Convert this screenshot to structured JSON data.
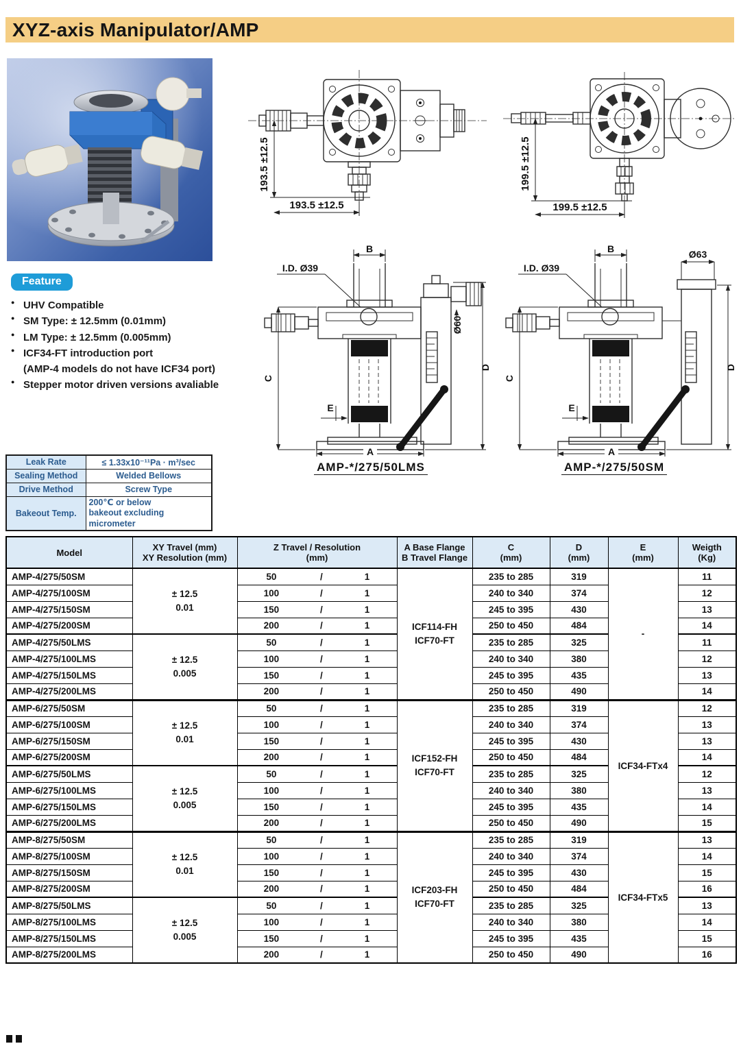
{
  "page": {
    "title": "XYZ-axis Manipulator/AMP"
  },
  "feature": {
    "badge": "Feature",
    "bullets": [
      {
        "text": "UHV Compatible"
      },
      {
        "text": "SM Type: ± 12.5mm (0.01mm)"
      },
      {
        "text": "LM  Type: ± 12.5mm (0.005mm)"
      },
      {
        "text": "ICF34-FT introduction port",
        "sub": "(AMP-4 models do not have ICF34 port)"
      },
      {
        "text": "Stepper motor driven versions avaliable"
      }
    ]
  },
  "spec_table": {
    "rows": [
      {
        "label": "Leak Rate",
        "values": [
          "≤ 1.33x10⁻¹¹Pa · m³/sec"
        ],
        "align": "center"
      },
      {
        "label": "Sealing Method",
        "values": [
          "Welded Bellows"
        ],
        "align": "center"
      },
      {
        "label": "Drive Method",
        "values": [
          "Screw Type"
        ],
        "align": "center"
      },
      {
        "label": "Bakeout Temp.",
        "values": [
          "200℃ or below",
          "bakeout excluding micrometer"
        ],
        "align": "left"
      }
    ]
  },
  "drawings": {
    "top_left": {
      "dim_v": "193.5 ±12.5",
      "dim_h": "193.5 ±12.5"
    },
    "top_right": {
      "dim_v": "199.5 ±12.5",
      "dim_h": "199.5 ±12.5"
    },
    "side_left": {
      "caption": "AMP-*/275/50LMS",
      "labels": {
        "b": "B",
        "id": "I.D. Ø39",
        "dia": "Ø60",
        "c": "C",
        "d": "D",
        "e": "E",
        "a": "A"
      }
    },
    "side_right": {
      "caption": "AMP-*/275/50SM",
      "labels": {
        "b": "B",
        "id": "I.D. Ø39",
        "dia": "Ø63",
        "c": "C",
        "d": "D",
        "e": "E",
        "a": "A"
      }
    }
  },
  "table": {
    "z_sep": "/",
    "headers": {
      "model": [
        "Model"
      ],
      "xy": [
        "XY Travel (mm)",
        "XY Resolution (mm)"
      ],
      "z": [
        "Z Travel /  Resolution",
        "(mm)"
      ],
      "flange": [
        "A Base Flange",
        "B Travel Flange"
      ],
      "c": [
        "C",
        "(mm)"
      ],
      "d": [
        "D",
        "(mm)"
      ],
      "e": [
        "E",
        "(mm)"
      ],
      "w": [
        "Weigth",
        "(Kg)"
      ]
    },
    "groups": [
      {
        "flange": [
          "ICF114-FH",
          "ICF70-FT"
        ],
        "e": "-",
        "subgroups": [
          {
            "xy": [
              "± 12.5",
              "0.01"
            ],
            "rows": [
              {
                "model": "AMP-4/275/50SM",
                "z": "50",
                "zres": "1",
                "c": "235 to 285",
                "d": "319",
                "w": "11"
              },
              {
                "model": "AMP-4/275/100SM",
                "z": "100",
                "zres": "1",
                "c": "240 to 340",
                "d": "374",
                "w": "12"
              },
              {
                "model": "AMP-4/275/150SM",
                "z": "150",
                "zres": "1",
                "c": "245 to 395",
                "d": "430",
                "w": "13"
              },
              {
                "model": "AMP-4/275/200SM",
                "z": "200",
                "zres": "1",
                "c": "250 to 450",
                "d": "484",
                "w": "14"
              }
            ]
          },
          {
            "xy": [
              "± 12.5",
              "0.005"
            ],
            "rows": [
              {
                "model": "AMP-4/275/50LMS",
                "z": "50",
                "zres": "1",
                "c": "235 to 285",
                "d": "325",
                "w": "11"
              },
              {
                "model": "AMP-4/275/100LMS",
                "z": "100",
                "zres": "1",
                "c": "240 to 340",
                "d": "380",
                "w": "12"
              },
              {
                "model": "AMP-4/275/150LMS",
                "z": "150",
                "zres": "1",
                "c": "245 to 395",
                "d": "435",
                "w": "13"
              },
              {
                "model": "AMP-4/275/200LMS",
                "z": "200",
                "zres": "1",
                "c": "250 to 450",
                "d": "490",
                "w": "14"
              }
            ]
          }
        ]
      },
      {
        "flange": [
          "ICF152-FH",
          "ICF70-FT"
        ],
        "e": "ICF34-FTx4",
        "subgroups": [
          {
            "xy": [
              "± 12.5",
              "0.01"
            ],
            "rows": [
              {
                "model": "AMP-6/275/50SM",
                "z": "50",
                "zres": "1",
                "c": "235 to 285",
                "d": "319",
                "w": "12"
              },
              {
                "model": "AMP-6/275/100SM",
                "z": "100",
                "zres": "1",
                "c": "240 to 340",
                "d": "374",
                "w": "13"
              },
              {
                "model": "AMP-6/275/150SM",
                "z": "150",
                "zres": "1",
                "c": "245 to 395",
                "d": "430",
                "w": "13"
              },
              {
                "model": "AMP-6/275/200SM",
                "z": "200",
                "zres": "1",
                "c": "250 to 450",
                "d": "484",
                "w": "14"
              }
            ]
          },
          {
            "xy": [
              "± 12.5",
              "0.005"
            ],
            "rows": [
              {
                "model": "AMP-6/275/50LMS",
                "z": "50",
                "zres": "1",
                "c": "235 to 285",
                "d": "325",
                "w": "12"
              },
              {
                "model": "AMP-6/275/100LMS",
                "z": "100",
                "zres": "1",
                "c": "240 to 340",
                "d": "380",
                "w": "13"
              },
              {
                "model": "AMP-6/275/150LMS",
                "z": "150",
                "zres": "1",
                "c": "245 to 395",
                "d": "435",
                "w": "14"
              },
              {
                "model": "AMP-6/275/200LMS",
                "z": "200",
                "zres": "1",
                "c": "250  to 450",
                "d": "490",
                "w": "15"
              }
            ]
          }
        ]
      },
      {
        "flange": [
          "ICF203-FH",
          "ICF70-FT"
        ],
        "e": "ICF34-FTx5",
        "subgroups": [
          {
            "xy": [
              "± 12.5",
              "0.01"
            ],
            "rows": [
              {
                "model": "AMP-8/275/50SM",
                "z": "50",
                "zres": "1",
                "c": "235 to 285",
                "d": "319",
                "w": "13"
              },
              {
                "model": "AMP-8/275/100SM",
                "z": "100",
                "zres": "1",
                "c": "240 to 340",
                "d": "374",
                "w": "14"
              },
              {
                "model": "AMP-8/275/150SM",
                "z": "150",
                "zres": "1",
                "c": "245 to 395",
                "d": "430",
                "w": "15"
              },
              {
                "model": "AMP-8/275/200SM",
                "z": "200",
                "zres": "1",
                "c": "250 to 450",
                "d": "484",
                "w": "16"
              }
            ]
          },
          {
            "xy": [
              "± 12.5",
              "0.005"
            ],
            "rows": [
              {
                "model": "AMP-8/275/50LMS",
                "z": "50",
                "zres": "1",
                "c": "235 to 285",
                "d": "325",
                "w": "13"
              },
              {
                "model": "AMP-8/275/100LMS",
                "z": "100",
                "zres": "1",
                "c": "240 to 340",
                "d": "380",
                "w": "14"
              },
              {
                "model": "AMP-8/275/150LMS",
                "z": "150",
                "zres": "1",
                "c": "245 to 395",
                "d": "435",
                "w": "15"
              },
              {
                "model": "AMP-8/275/200LMS",
                "z": "200",
                "zres": "1",
                "c": "250 to 450",
                "d": "490",
                "w": "16"
              }
            ]
          }
        ]
      }
    ]
  }
}
